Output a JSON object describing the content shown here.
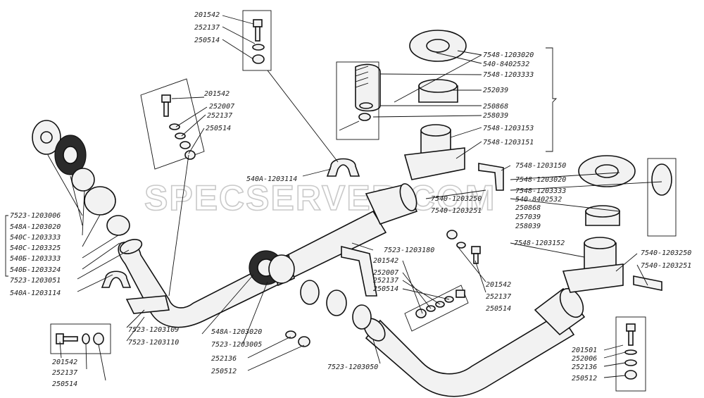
{
  "watermark": "SPECSERVER.COM",
  "labels": {
    "p201542_top": "201542",
    "p252137_top": "252137",
    "p250514_top": "250514",
    "p201542_b": "201542",
    "p252007_b": "252007",
    "p252137_b": "252137",
    "p250514_b": "250514",
    "p540a_1203114_mid": "540A-1203114",
    "r7548_1203020": "7548-1203020",
    "r540_8402532": "540-8402532",
    "r7548_1203333": "7548-1203333",
    "r252039": "252039",
    "r250868": "250868",
    "r258039": "258039",
    "r7548_1203153": "7548-1203153",
    "r7548_1203151": "7548-1203151",
    "s7548_1203150": "7548-1203150",
    "s7548_1203020": "7548-1203020",
    "s7548_1203333": "7548-1203333",
    "s540_8402532": "540-8402532",
    "s250868": "250868",
    "s257039": "257039",
    "s258039": "258039",
    "s7548_1203152": "7548-1203152",
    "c7540_1203250": "7540-1203250",
    "c7540_1203251": "7540-1203251",
    "e7540_1203250": "7540-1203250",
    "e7540_1203251": "7540-1203251",
    "m7523_1203180": "7523-1203180",
    "m201542": "201542",
    "m252007": "252007",
    "m252137": "252137",
    "m250514": "250514",
    "n201542": "201542",
    "n252137": "252137",
    "n250514": "250514",
    "l7523_1203006": "7523-1203006",
    "l548a_1203020": "548A-1203020",
    "l540c_1203333": "540C-1203333",
    "l540c_1203325": "540C-1203325",
    "l540b_1203333": "540Б-1203333",
    "l540b_1203324": "540Б-1203324",
    "l7523_1203051": "7523-1203051",
    "l540a_1203114": "540A-1203114",
    "k7523_1203109": "7523-1203109",
    "k7523_1203110": "7523-1203110",
    "f201542": "201542",
    "f252137": "252137",
    "f250514": "250514",
    "g548a_1203020": "548A-1203020",
    "g7523_1203005": "7523-1203005",
    "g252136": "252136",
    "g250512": "250512",
    "h7523_1203050": "7523-1203050",
    "q201501": "201501",
    "q252006": "252006",
    "q252136": "252136",
    "q250512": "250512"
  }
}
